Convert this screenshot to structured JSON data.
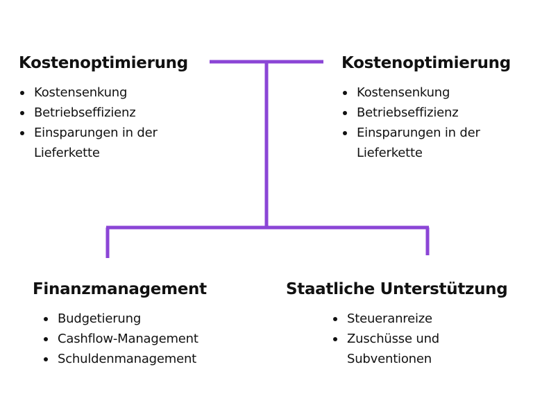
{
  "diagram": {
    "line_color": "#8b45d6",
    "text_color": "#111111",
    "blocks": [
      {
        "title": "Kostenoptimierung",
        "items": [
          "Kostensenkung",
          "Betriebseffizienz",
          "Einsparungen in der Lieferkette"
        ]
      },
      {
        "title": "Kostenoptimierung",
        "items": [
          "Kostensenkung",
          "Betriebseffizienz",
          "Einsparungen in der Lieferkette"
        ]
      },
      {
        "title": "Finanzmanagement",
        "items": [
          "Budgetierung",
          "Cashflow-Management",
          "Schuldenmanagement"
        ]
      },
      {
        "title": "Staatliche Unterstützung",
        "items": [
          "Steueranreize",
          "Zuschüsse und Subventionen"
        ]
      }
    ]
  }
}
